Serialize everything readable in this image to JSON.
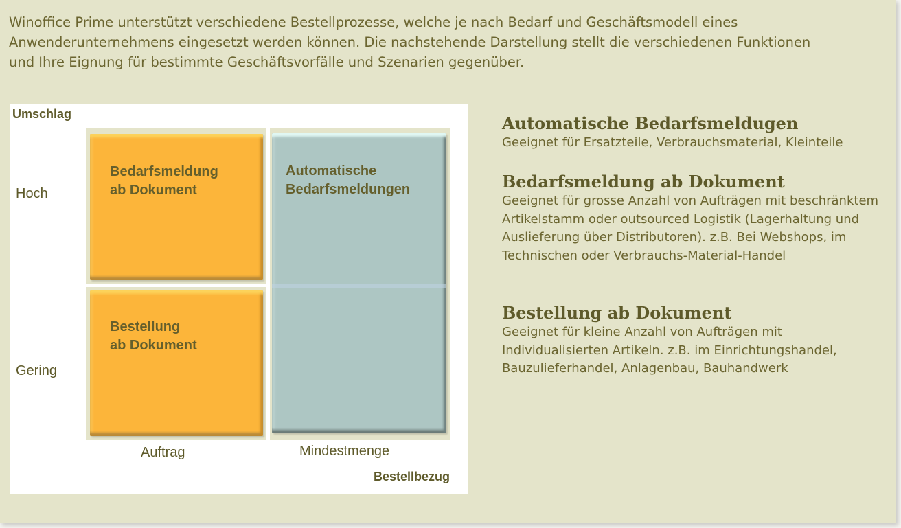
{
  "intro": "Winoffice Prime unterstützt verschiedene Bestellprozesse, welche je nach Bedarf und Geschäftsmodell eines Anwenderunternehmens eingesetzt werden können. Die nachstehende Darstellung stellt die verschiedenen Funktionen und Ihre Eignung für bestimmte Geschäftsvorfälle und Szenarien gegenüber.",
  "matrix": {
    "y_axis": "Umschlag",
    "x_axis": "Bestellbezug",
    "y_high": "Hoch",
    "y_low": "Gering",
    "x_left": "Auftrag",
    "x_right": "Mindestmenge",
    "tiles": {
      "top_left": [
        "Bedarfsmeldung",
        "ab Dokument"
      ],
      "bottom_left": [
        "Bestellung",
        "ab Dokument"
      ],
      "right": [
        "Automatische",
        "Bedarfsmeldungen"
      ]
    }
  },
  "sections": [
    {
      "title": "Automatische Bedarfsmeldugen",
      "text": "Geeignet für Ersatzteile, Verbrauchsmaterial, Kleinteile"
    },
    {
      "title": "Bedarfsmeldung ab Dokument",
      "text": "Geeignet für grosse Anzahl von Aufträgen mit beschränktem Artikelstamm oder outsourced Logistik (Lagerhaltung und Auslieferung über Distributoren). z.B. Bei Webshops, im Technischen oder Verbrauchs-Material-Handel"
    },
    {
      "title": "Bestellung ab Dokument",
      "text": "Geeignet für kleine Anzahl von Aufträgen mit Individualisierten Artikeln. z.B. im Einrichtungshandel, Bauzulieferhandel, Anlagenbau, Bauhandwerk"
    }
  ]
}
